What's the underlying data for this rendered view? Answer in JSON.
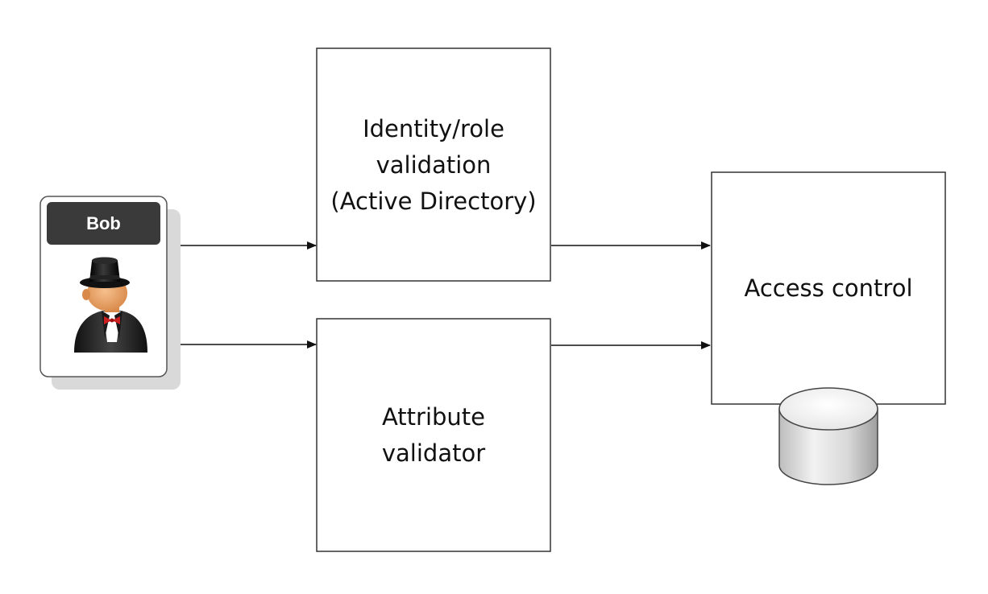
{
  "user": {
    "name": "Bob"
  },
  "boxes": {
    "identity": {
      "lines": [
        "Identity/role",
        "validation",
        "(Active Directory)"
      ]
    },
    "attribute": {
      "lines": [
        "Attribute",
        "validator"
      ]
    },
    "access": {
      "lines": [
        "Access control"
      ]
    }
  },
  "icons": {
    "user": "top-hat-user-icon",
    "database": "database-icon"
  },
  "colors": {
    "box_border": "#333333",
    "user_label_bg": "#3a3a3a",
    "user_label_text": "#ffffff",
    "arrow": "#111111",
    "card_shadow": "#d9d9d9"
  }
}
